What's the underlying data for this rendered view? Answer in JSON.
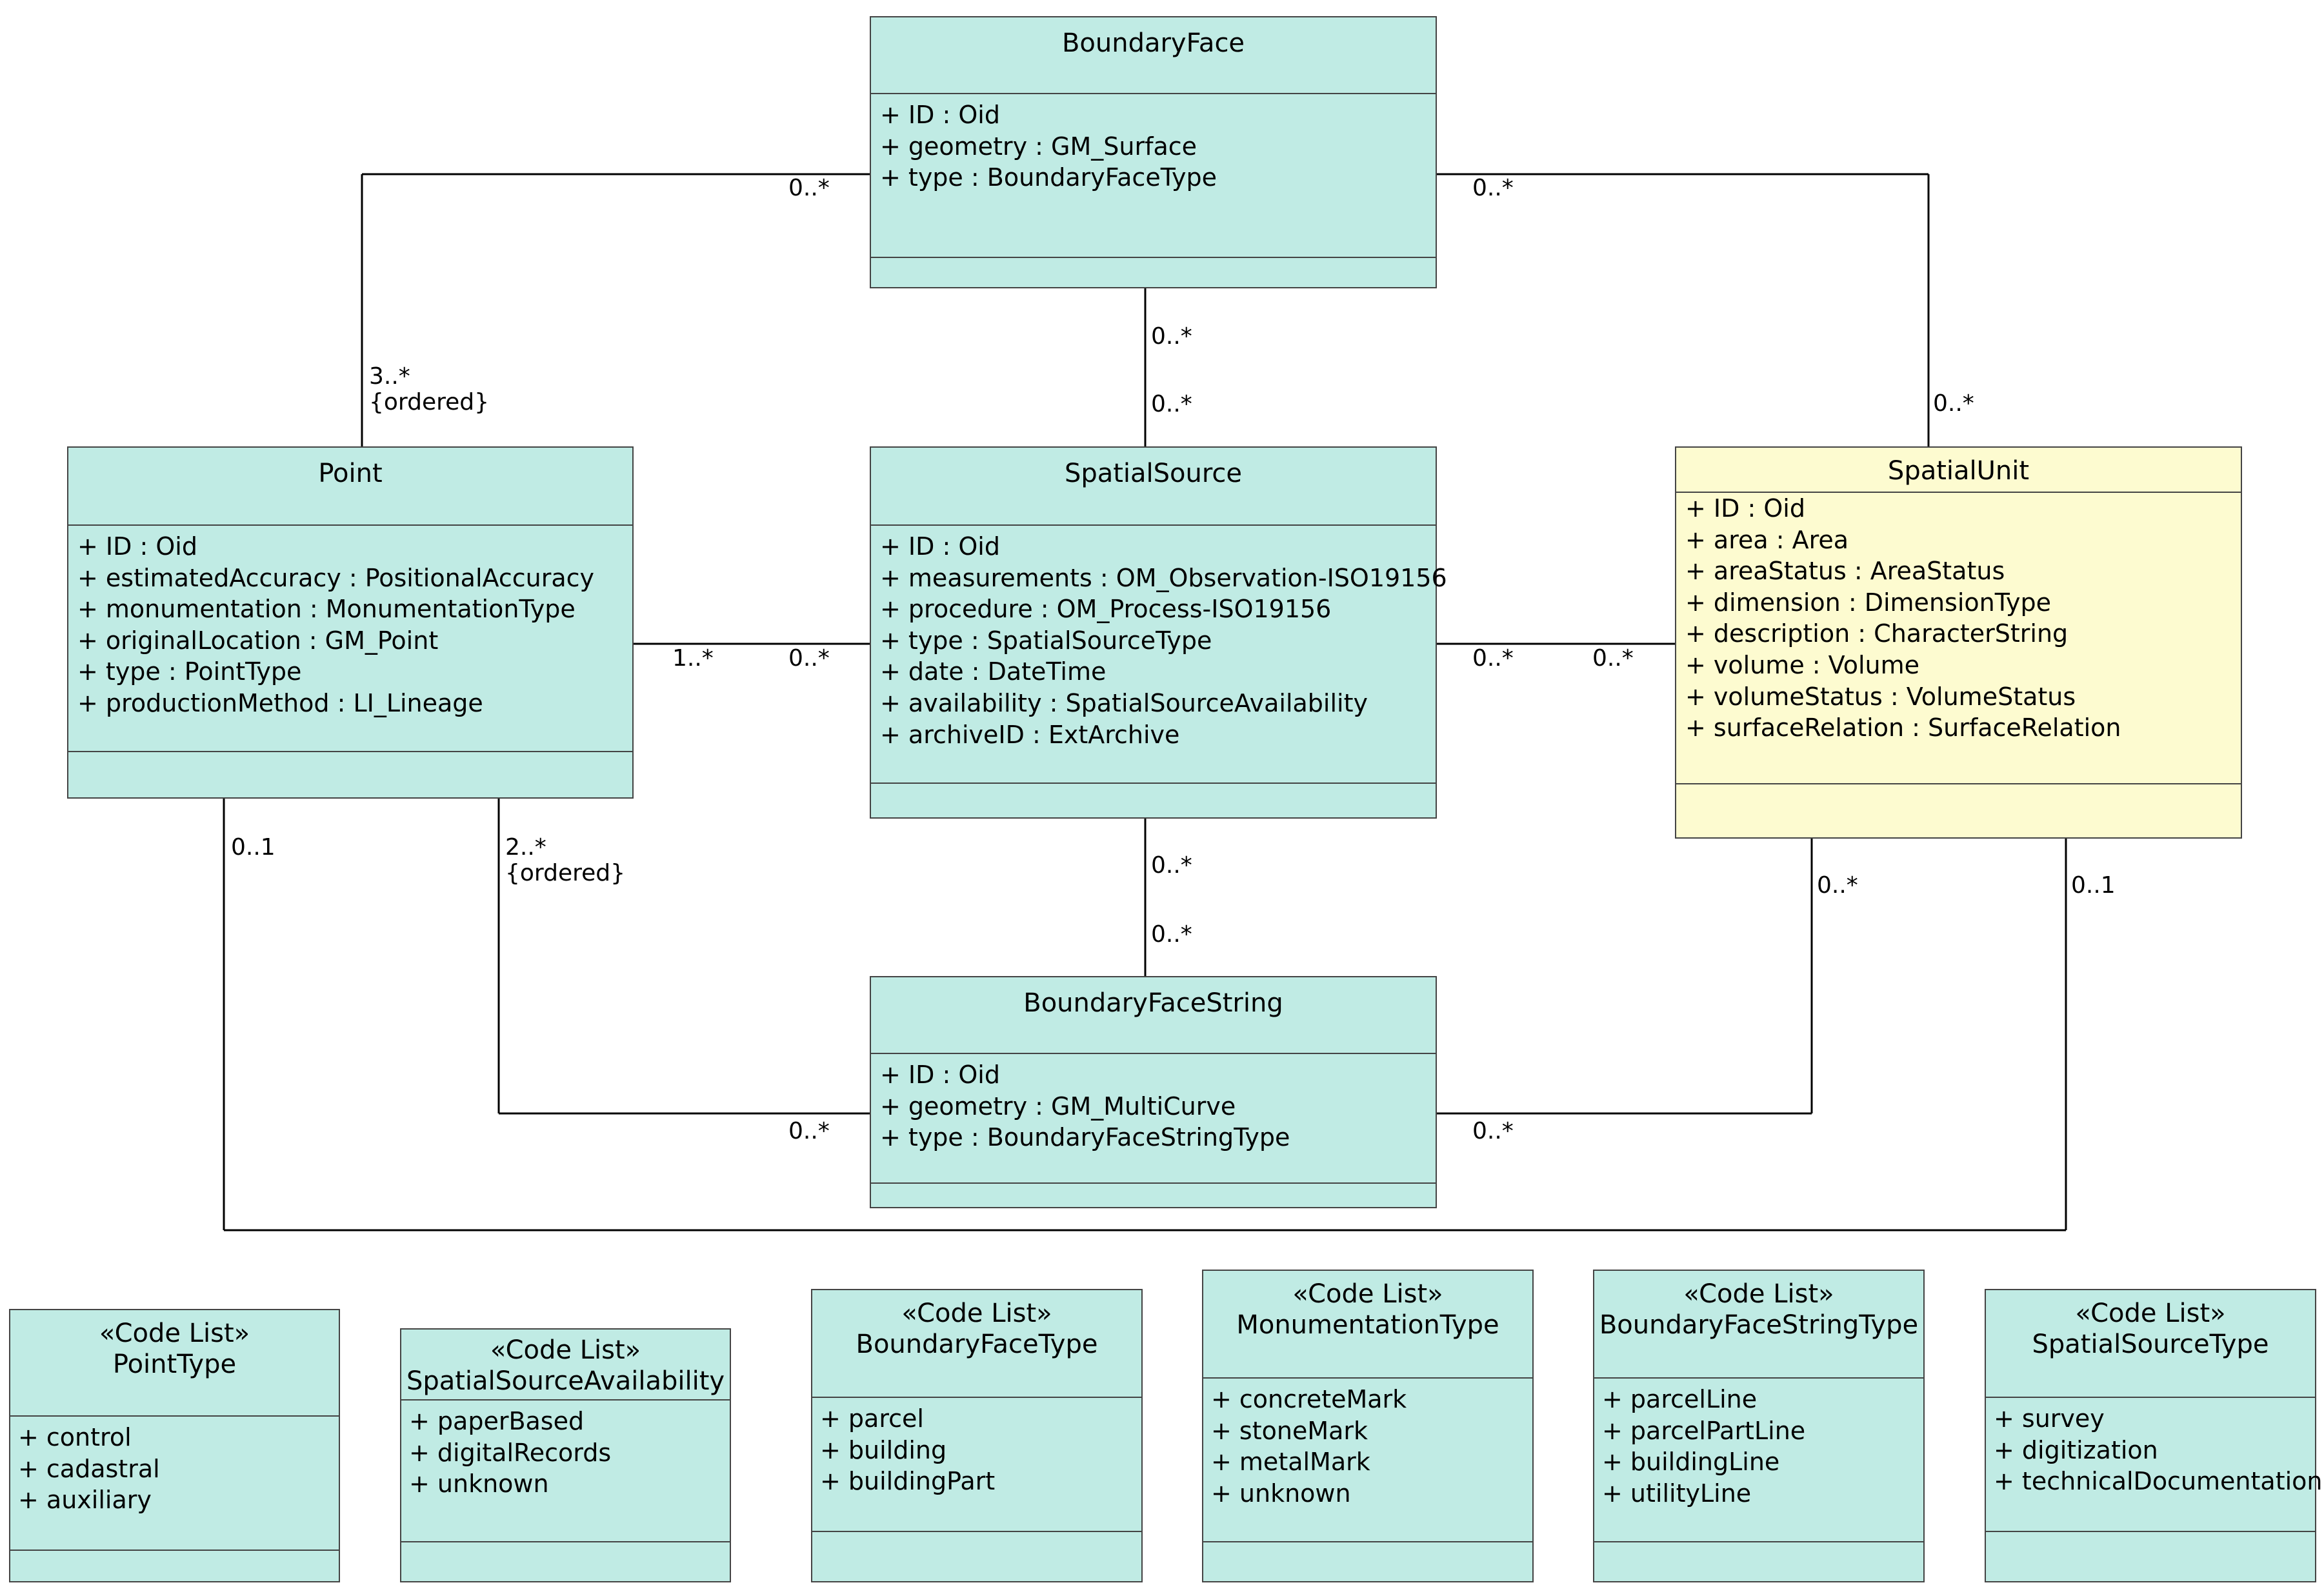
{
  "classes": {
    "boundary_face": {
      "name": "BoundaryFace",
      "attributes": [
        "+ ID : Oid",
        "+ geometry : GM_Surface",
        "+ type : BoundaryFaceType"
      ]
    },
    "point": {
      "name": "Point",
      "attributes": [
        "+ ID : Oid",
        "+ estimatedAccuracy : PositionalAccuracy",
        "+ monumentation : MonumentationType",
        "+ originalLocation : GM_Point",
        "+ type : PointType",
        "+ productionMethod : LI_Lineage"
      ]
    },
    "spatial_source": {
      "name": "SpatialSource",
      "attributes": [
        "+ ID : Oid",
        "+ measurements : OM_Observation-ISO19156",
        "+ procedure : OM_Process-ISO19156",
        "+ type : SpatialSourceType",
        "+ date : DateTime",
        "+ availability : SpatialSourceAvailability",
        "+ archiveID : ExtArchive"
      ]
    },
    "spatial_unit": {
      "name": "SpatialUnit",
      "color": "#fdfbd0",
      "attributes": [
        "+ ID : Oid",
        "+ area : Area",
        "+ areaStatus : AreaStatus",
        "+ dimension : DimensionType",
        "+ description : CharacterString",
        "+ volume : Volume",
        "+ volumeStatus : VolumeStatus",
        "+ surfaceRelation : SurfaceRelation"
      ]
    },
    "boundary_face_string": {
      "name": "BoundaryFaceString",
      "attributes": [
        "+ ID : Oid",
        "+ geometry : GM_MultiCurve",
        "+ type : BoundaryFaceStringType"
      ]
    }
  },
  "code_lists": {
    "point_type": {
      "stereotype": "«Code List»",
      "name": "PointType",
      "values": [
        "+ control",
        "+ cadastral",
        "+ auxiliary"
      ]
    },
    "spatial_source_availability": {
      "stereotype": "«Code List»",
      "name": "SpatialSourceAvailability",
      "values": [
        "+ paperBased",
        "+ digitalRecords",
        "+ unknown"
      ]
    },
    "boundary_face_type": {
      "stereotype": "«Code List»",
      "name": "BoundaryFaceType",
      "values": [
        "+ parcel",
        "+ building",
        "+ buildingPart"
      ]
    },
    "monumentation_type": {
      "stereotype": "«Code List»",
      "name": "MonumentationType",
      "values": [
        "+ concreteMark",
        "+ stoneMark",
        "+ metalMark",
        "+ unknown"
      ]
    },
    "boundary_face_string_type": {
      "stereotype": "«Code List»",
      "name": "BoundaryFaceStringType",
      "values": [
        "+ parcelLine",
        "+ parcelPartLine",
        "+ buildingLine",
        "+ utilityLine"
      ]
    },
    "spatial_source_type": {
      "stereotype": "«Code List»",
      "name": "SpatialSourceType",
      "values": [
        "+ survey",
        "+ digitization",
        "+ technicalDocumentation"
      ]
    }
  },
  "multiplicities": {
    "bf_point_bf_end": "0..*",
    "bf_point_point_end": "3..*\n{ordered}",
    "bf_su_bf_end": "0..*",
    "bf_su_su_end": "0..*",
    "bf_ss_bf_end": "0..*",
    "bf_ss_ss_end": "0..*",
    "point_ss_point_end": "1..*",
    "point_ss_ss_end": "0..*",
    "ss_su_ss_end": "0..*",
    "ss_su_su_end": "0..*",
    "ss_bfs_ss_end": "0..*",
    "ss_bfs_bfs_end": "0..*",
    "point_su_point_end": "0..1",
    "point_bfs_point_end": "2..*\n{ordered}",
    "point_bfs_bfs_end": "0..*",
    "su_bfs_su_end": "0..*",
    "su_bfs_bfs_end": "0..*",
    "su_point_su_end": "0..1"
  },
  "colors": {
    "class_fill": "#c0ebe4",
    "highlight_fill": "#fdfbd0",
    "border": "#444444"
  }
}
